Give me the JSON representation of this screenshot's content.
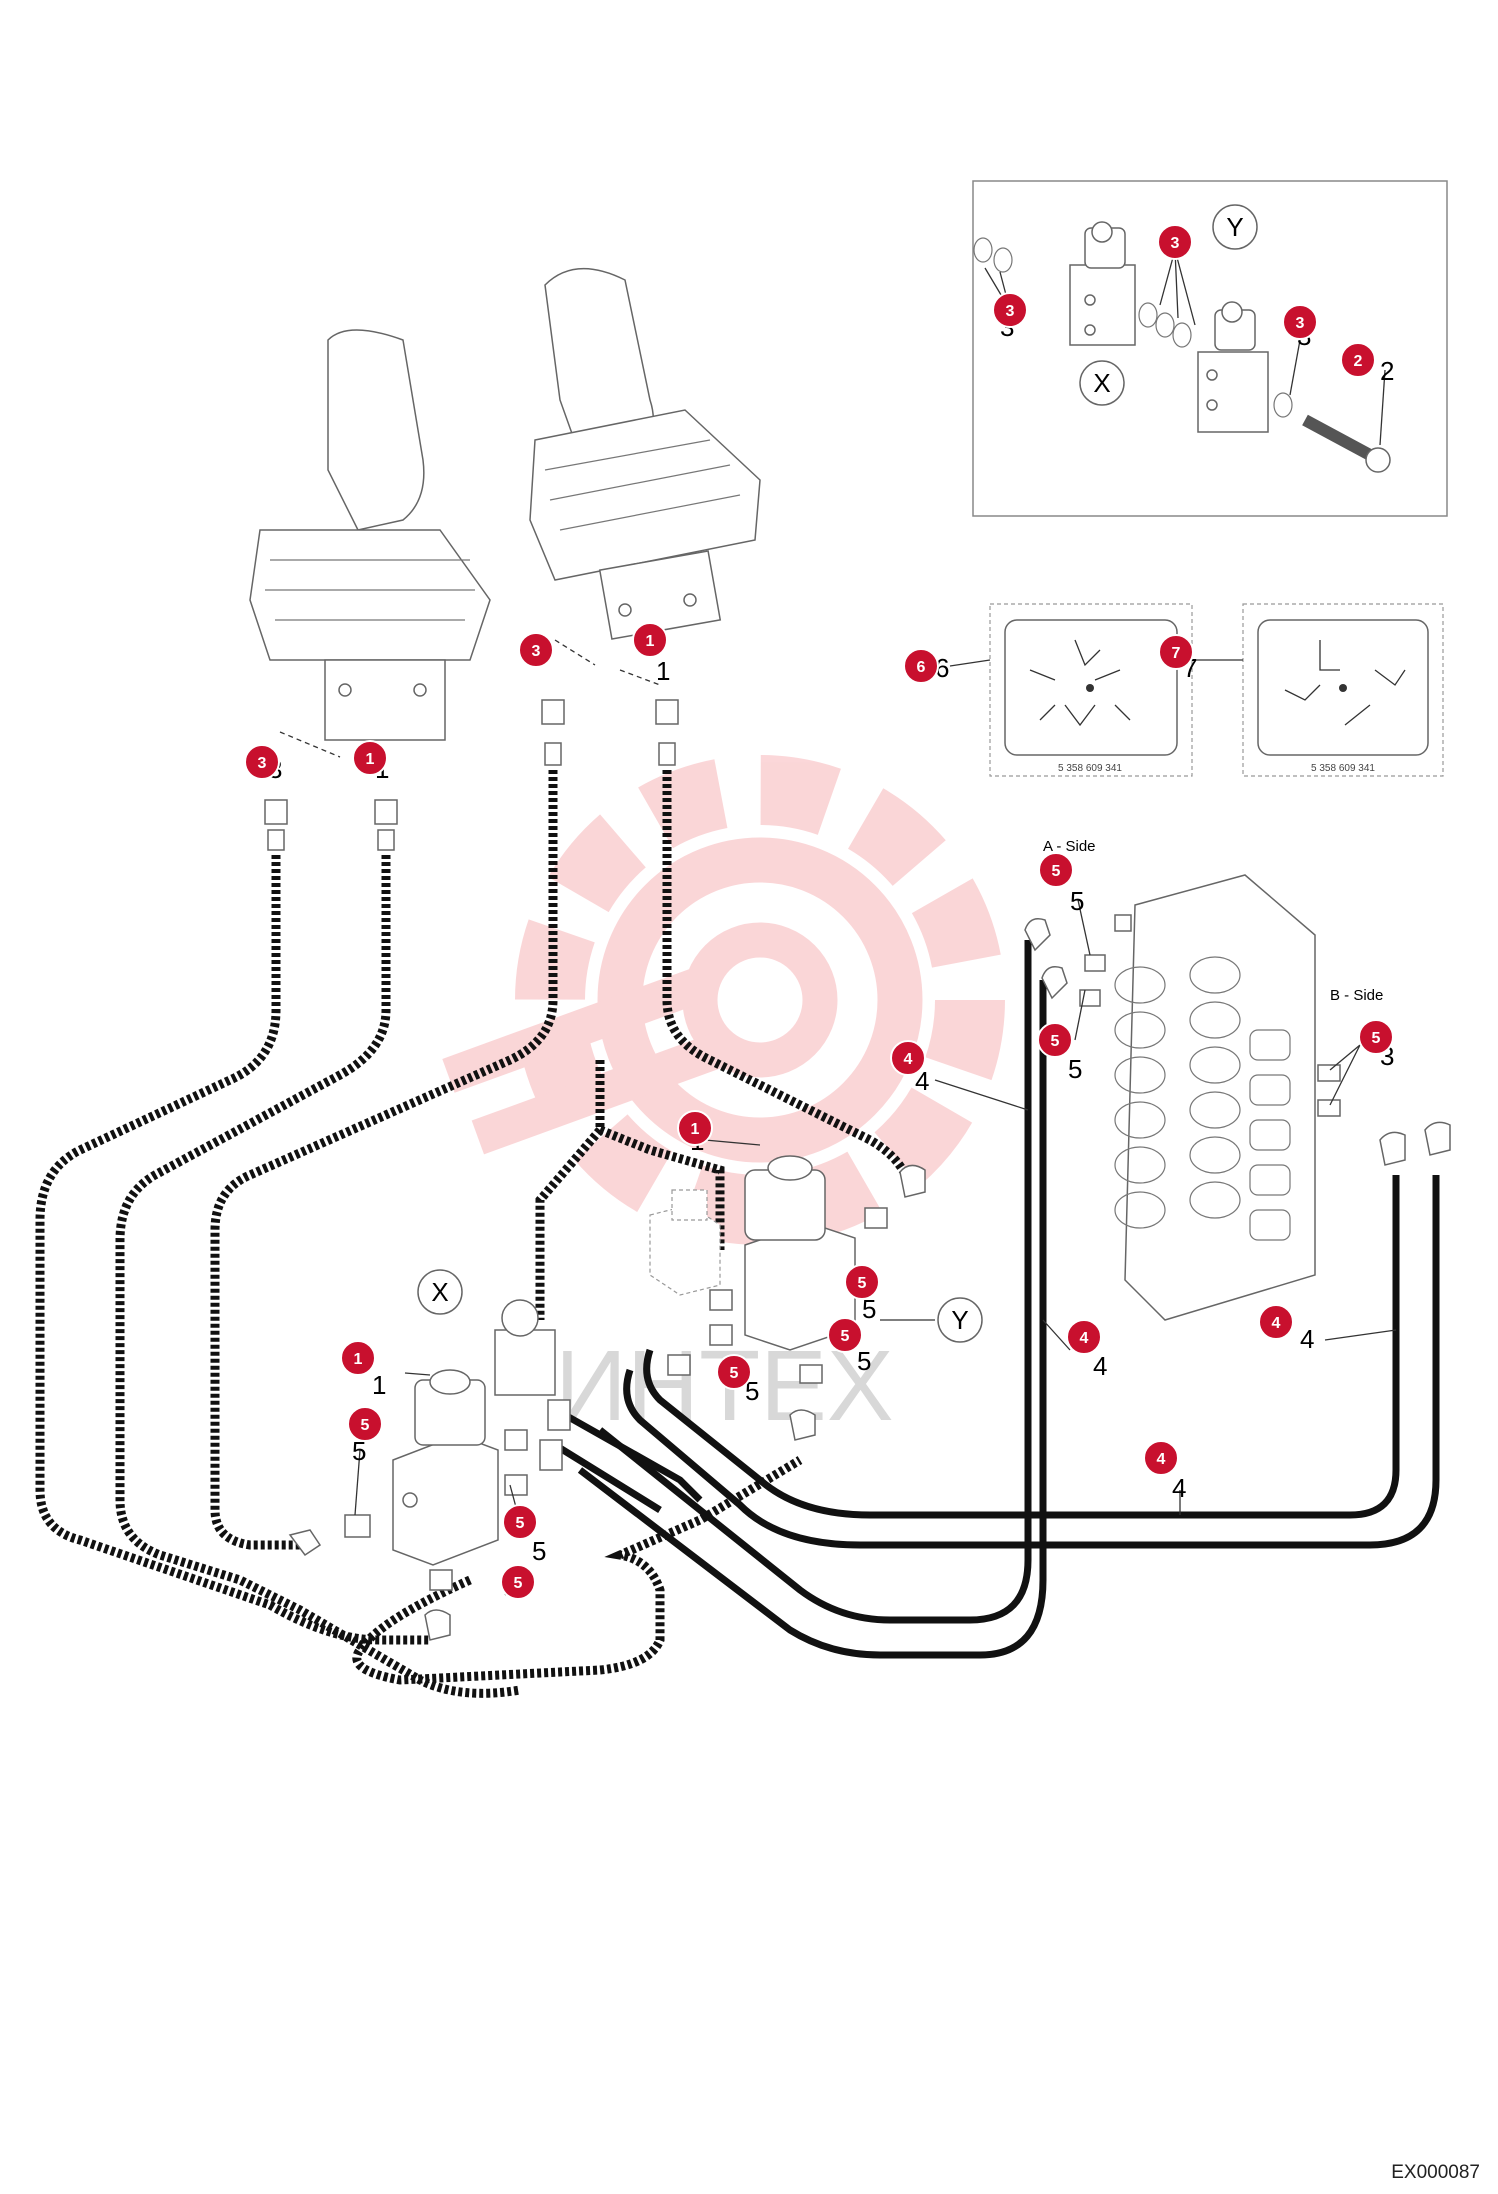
{
  "drawing_code": "EX000087",
  "watermark": "ИНТЕХ",
  "side_labels": {
    "a_side": "A - Side",
    "b_side": "B - Side"
  },
  "detail_markers": {
    "x": "X",
    "y": "Y"
  },
  "callouts": [
    {
      "id": "c1",
      "num": "3"
    },
    {
      "id": "c2",
      "num": "3"
    },
    {
      "id": "c3",
      "num": "3"
    },
    {
      "id": "c4",
      "num": "2"
    },
    {
      "id": "c5",
      "num": "6"
    },
    {
      "id": "c6",
      "num": "7"
    },
    {
      "id": "c7",
      "num": "3"
    },
    {
      "id": "c8",
      "num": "1"
    },
    {
      "id": "c9",
      "num": "3"
    },
    {
      "id": "c10",
      "num": "1"
    },
    {
      "id": "c11",
      "num": "5"
    },
    {
      "id": "c12",
      "num": "5"
    },
    {
      "id": "c13",
      "num": "4"
    },
    {
      "id": "c14",
      "num": "5"
    },
    {
      "id": "c15",
      "num": "1"
    },
    {
      "id": "c16",
      "num": "5"
    },
    {
      "id": "c17",
      "num": "4"
    },
    {
      "id": "c18",
      "num": "4"
    },
    {
      "id": "c19",
      "num": "5"
    },
    {
      "id": "c20",
      "num": "5"
    },
    {
      "id": "c21",
      "num": "1"
    },
    {
      "id": "c22",
      "num": "5"
    },
    {
      "id": "c23",
      "num": "5"
    },
    {
      "id": "c24",
      "num": "4"
    },
    {
      "id": "c25",
      "num": "5"
    }
  ],
  "plain_numbers": [
    {
      "id": "p1",
      "num": "3"
    },
    {
      "id": "p2",
      "num": "3"
    },
    {
      "id": "p3",
      "num": "3"
    },
    {
      "id": "p4",
      "num": "2"
    },
    {
      "id": "p5",
      "num": "6"
    },
    {
      "id": "p6",
      "num": "7"
    },
    {
      "id": "p7",
      "num": "3"
    },
    {
      "id": "p8",
      "num": "1"
    },
    {
      "id": "p9",
      "num": "1"
    },
    {
      "id": "p10",
      "num": "5"
    },
    {
      "id": "p11",
      "num": "5"
    },
    {
      "id": "p12",
      "num": "4"
    },
    {
      "id": "p13",
      "num": "3"
    },
    {
      "id": "p14",
      "num": "1"
    },
    {
      "id": "p15",
      "num": "4"
    },
    {
      "id": "p16",
      "num": "4"
    },
    {
      "id": "p17",
      "num": "5"
    },
    {
      "id": "p18",
      "num": "5"
    },
    {
      "id": "p19",
      "num": "1"
    },
    {
      "id": "p20",
      "num": "5"
    },
    {
      "id": "p21",
      "num": "5"
    },
    {
      "id": "p22",
      "num": "4"
    },
    {
      "id": "p23",
      "num": "5"
    }
  ],
  "decal_codes": {
    "left": "5 358 609 341",
    "right": "5 358 609 341"
  }
}
